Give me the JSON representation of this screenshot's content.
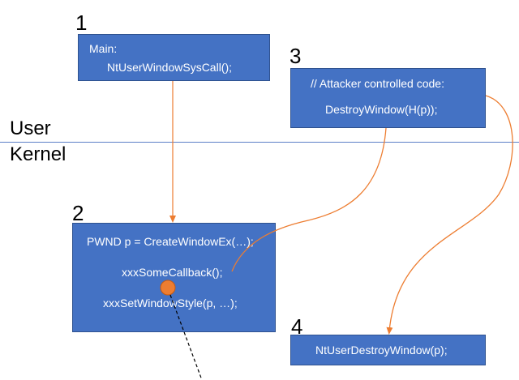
{
  "labels": {
    "n1": "1",
    "n2": "2",
    "n3": "3",
    "n4": "4",
    "user": "User",
    "kernel": "Kernel"
  },
  "box1": {
    "line1": "Main:",
    "line2": "NtUserWindowSysCall();"
  },
  "box2": {
    "line1": "PWND p = CreateWindowEx(…);",
    "line2": "xxxSomeCallback();",
    "line3": "xxxSetWindowStyle(p, …);"
  },
  "box3": {
    "line1": "// Attacker controlled code:",
    "line2": "DestroyWindow(H(p));"
  },
  "box4": {
    "line1": "NtUserDestroyWindow(p);"
  },
  "colors": {
    "box_fill": "#4472c4",
    "box_border": "#2f528f",
    "arrow": "#ed7d31",
    "divider": "#5b7fc7"
  }
}
